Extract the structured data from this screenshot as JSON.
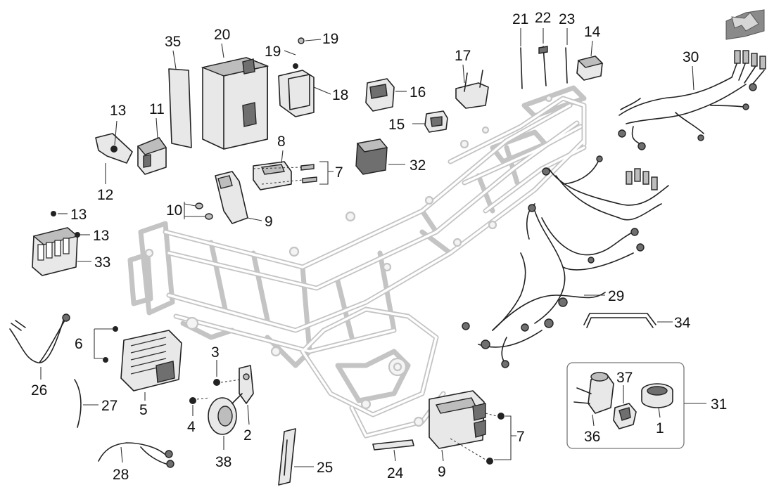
{
  "diagram": {
    "type": "exploded parts diagram",
    "callouts": {
      "p1": "1",
      "p2": "2",
      "p3": "3",
      "p4": "4",
      "p5": "5",
      "p6": "6",
      "p7a": "7",
      "p7b": "7",
      "p8": "8",
      "p9a": "9",
      "p9b": "9",
      "p10": "10",
      "p11": "11",
      "p12": "12",
      "p13a": "13",
      "p13b": "13",
      "p13c": "13",
      "p14": "14",
      "p15": "15",
      "p16": "16",
      "p17": "17",
      "p18": "18",
      "p19a": "19",
      "p19b": "19",
      "p20": "20",
      "p21": "21",
      "p22": "22",
      "p23": "23",
      "p24": "24",
      "p25": "25",
      "p26": "26",
      "p27": "27",
      "p28": "28",
      "p29": "29",
      "p30": "30",
      "p31": "31",
      "p32": "32",
      "p33": "33",
      "p34": "34",
      "p35": "35",
      "p36": "36",
      "p37": "37",
      "p38": "38"
    },
    "icons": {
      "orientation": "orientation-arrow-icon"
    }
  }
}
